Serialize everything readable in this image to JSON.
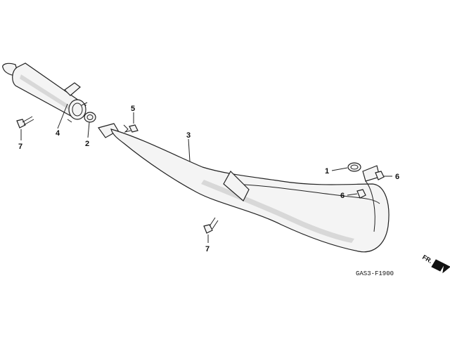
{
  "diagram": {
    "code": "GAS3-F1900",
    "direction_label": "FR.",
    "callouts": [
      {
        "id": "c1",
        "text": "1"
      },
      {
        "id": "c2",
        "text": "2"
      },
      {
        "id": "c3",
        "text": "3"
      },
      {
        "id": "c4",
        "text": "4"
      },
      {
        "id": "c5",
        "text": "5"
      },
      {
        "id": "c6a",
        "text": "6"
      },
      {
        "id": "c6b",
        "text": "6"
      },
      {
        "id": "c7a",
        "text": "7"
      },
      {
        "id": "c7b",
        "text": "7"
      }
    ]
  }
}
